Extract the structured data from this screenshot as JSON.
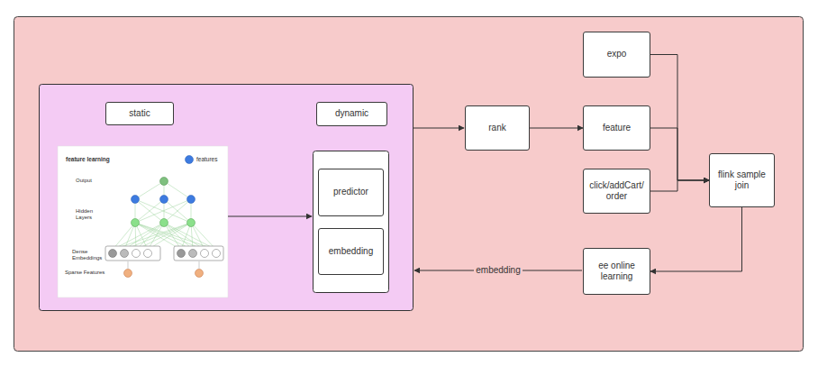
{
  "diagram": {
    "nodes": [
      {
        "text": [
          "static"
        ]
      },
      {
        "text": [
          "dynamic"
        ]
      },
      {
        "text": [
          "predictor"
        ]
      },
      {
        "text": [
          "embedding"
        ]
      },
      {
        "text": [
          "rank"
        ]
      },
      {
        "text": [
          "expo"
        ]
      },
      {
        "text": [
          "feature"
        ]
      },
      {
        "text": [
          "click/addCart/order"
        ]
      },
      {
        "text": [
          "flink sample join"
        ]
      },
      {
        "text": [
          "ee online learning"
        ]
      }
    ],
    "edges": [
      {
        "from": 4,
        "to": 6,
        "arrow": "to"
      },
      {
        "from": 5,
        "to": 8,
        "arrow": "to"
      },
      {
        "from": 6,
        "to": 8,
        "arrow": "to"
      },
      {
        "from": 7,
        "to": 8,
        "arrow": "to"
      },
      {
        "from": 8,
        "to": 9,
        "arrow": "to"
      }
    ],
    "labels": [
      "feature learning",
      "features",
      "Output",
      "Hidden Layers",
      "Dense Embeddings",
      "Sparse Features",
      "embedding"
    ]
  }
}
